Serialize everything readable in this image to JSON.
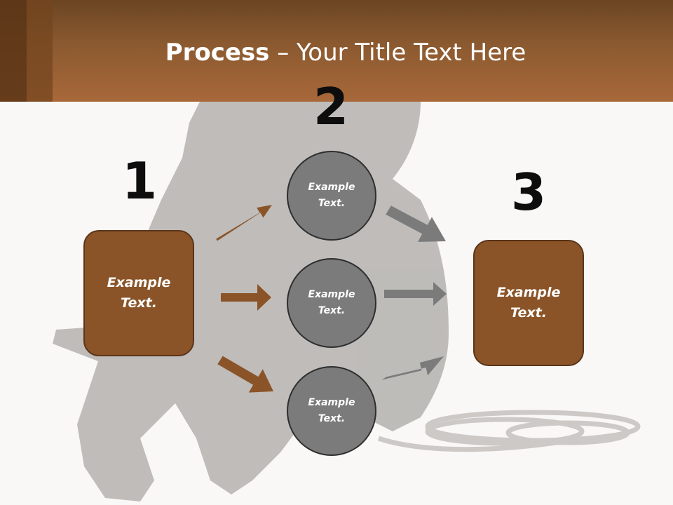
{
  "title": {
    "bold": "Process",
    "rest": " – Your Title Text Here"
  },
  "steps": [
    {
      "number": "1",
      "box_text_line1": "Example",
      "box_text_line2": "Text."
    },
    {
      "number": "2"
    },
    {
      "number": "3",
      "box_text_line1": "Example",
      "box_text_line2": "Text."
    }
  ],
  "circles": [
    {
      "line1": "Example",
      "line2": "Text."
    },
    {
      "line1": "Example",
      "line2": "Text."
    },
    {
      "line1": "Example",
      "line2": "Text."
    }
  ],
  "colors": {
    "header": "#8c5a30",
    "box_fill": "#8a5428",
    "circle_fill": "#7b7b7b",
    "arrow_brown": "#8a5428",
    "arrow_gray": "#7b7b7b"
  }
}
